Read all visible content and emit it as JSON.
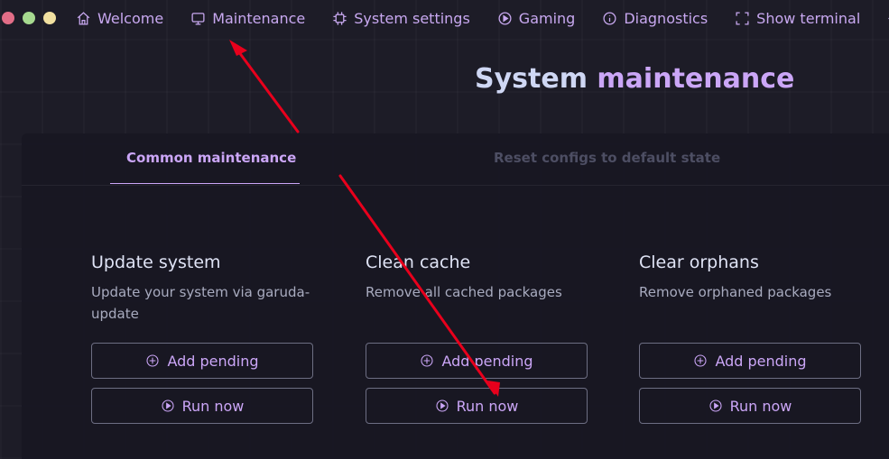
{
  "window": {
    "controls": {
      "close": "#e26d87",
      "minimize": "#a6d98f",
      "maximize": "#f1e0a0"
    }
  },
  "nav": {
    "items": [
      {
        "label": "Welcome",
        "icon": "home-icon"
      },
      {
        "label": "Maintenance",
        "icon": "monitor-icon"
      },
      {
        "label": "System settings",
        "icon": "chip-icon"
      },
      {
        "label": "Gaming",
        "icon": "play-circle-icon"
      },
      {
        "label": "Diagnostics",
        "icon": "info-icon"
      },
      {
        "label": "Show terminal",
        "icon": "fullscreen-icon"
      }
    ],
    "settings_icon": "gear-icon"
  },
  "page": {
    "title_plain": "System",
    "title_accent": "maintenance"
  },
  "tabs": [
    {
      "label": "Common maintenance",
      "active": true
    },
    {
      "label": "Reset configs to default state",
      "active": false
    }
  ],
  "cards": [
    {
      "title": "Update system",
      "description": "Update your system via garuda-update",
      "add_label": "Add pending",
      "run_label": "Run now"
    },
    {
      "title": "Clean cache",
      "description": "Remove all cached packages",
      "add_label": "Add pending",
      "run_label": "Run now"
    },
    {
      "title": "Clear orphans",
      "description": "Remove orphaned packages",
      "add_label": "Add pending",
      "run_label": "Run now"
    }
  ],
  "colors": {
    "accent": "#cba6f7",
    "background": "#1d1c27",
    "annotation_arrow": "#e8001c"
  }
}
